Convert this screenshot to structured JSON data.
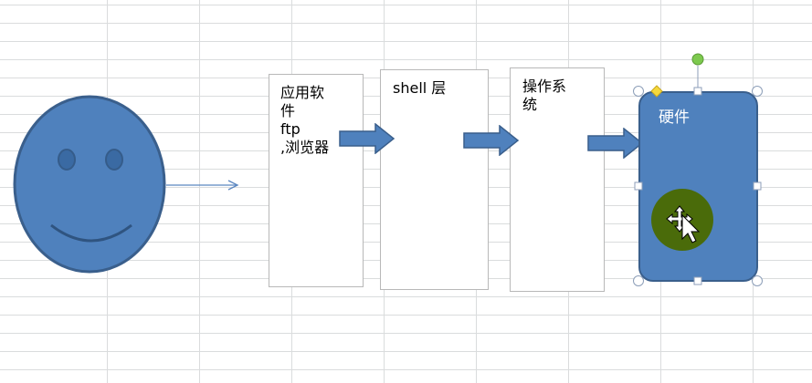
{
  "boxes": {
    "app": [
      "应用软",
      "件",
      "ftp",
      ",浏览器"
    ],
    "shell": "shell 层",
    "os": [
      "操作系",
      "统"
    ]
  },
  "hardware": {
    "label": "硬件"
  },
  "colors": {
    "shape_fill": "#4f81bd",
    "shape_border": "#3a5f8c",
    "cursor_spot": "#4a6b0a",
    "rotate_handle": "#7dc94e",
    "adjust_handle": "#f5d83c",
    "grid": "#dadcdd"
  },
  "icons": [
    "smiley-face-icon",
    "right-arrow-icon",
    "move-cursor-icon",
    "rotate-handle-icon"
  ]
}
